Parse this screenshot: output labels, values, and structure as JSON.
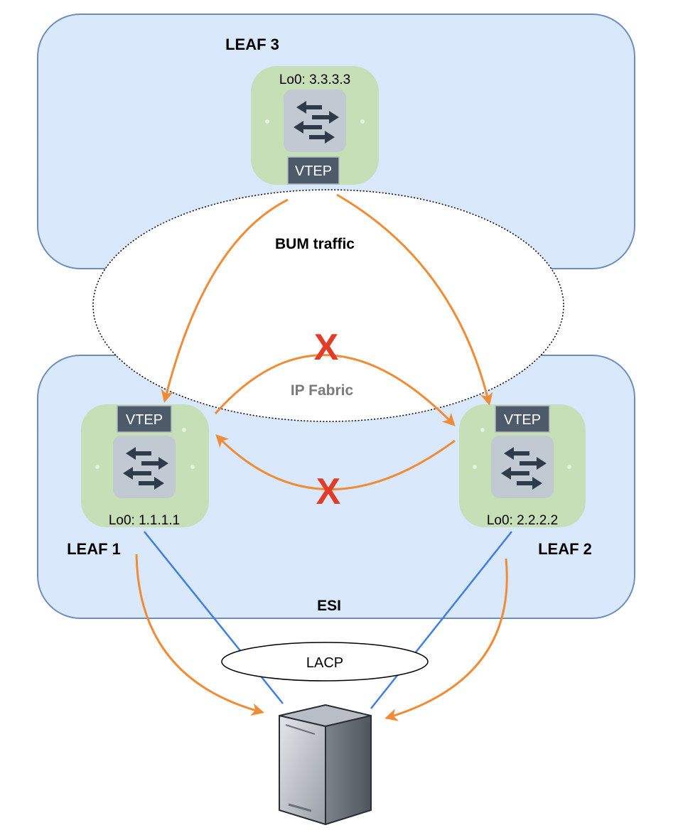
{
  "colors": {
    "region_fill": "#dae8fc",
    "region_stroke": "#6c8ebf",
    "device_fill": "#c7dfb7",
    "switch_fill": "#c1c9d3",
    "vtep_fill": "#4d5a6a",
    "bum_arrow": "#f08c35",
    "blocked_mark": "#e23b27",
    "esi_link": "#3d7fe6"
  },
  "regions": {
    "leaf3_region": {
      "label": "LEAF 3"
    },
    "esi_region": {
      "label": "ESI"
    }
  },
  "bum_zone": {
    "label": "BUM traffic",
    "sublabel": "IP Fabric"
  },
  "devices": {
    "leaf3": {
      "name": "LEAF 3",
      "loopback": "Lo0: 3.3.3.3",
      "vtep": "VTEP",
      "icon": "switch-icon"
    },
    "leaf1": {
      "name": "LEAF 1",
      "loopback": "Lo0: 1.1.1.1",
      "vtep": "VTEP",
      "icon": "switch-icon"
    },
    "leaf2": {
      "name": "LEAF 2",
      "loopback": "Lo0: 2.2.2.2",
      "vtep": "VTEP",
      "icon": "switch-icon"
    }
  },
  "lag": {
    "label": "LACP"
  },
  "host": {
    "icon": "server-icon"
  },
  "blocked_marks": {
    "top": "X",
    "bottom": "X"
  }
}
